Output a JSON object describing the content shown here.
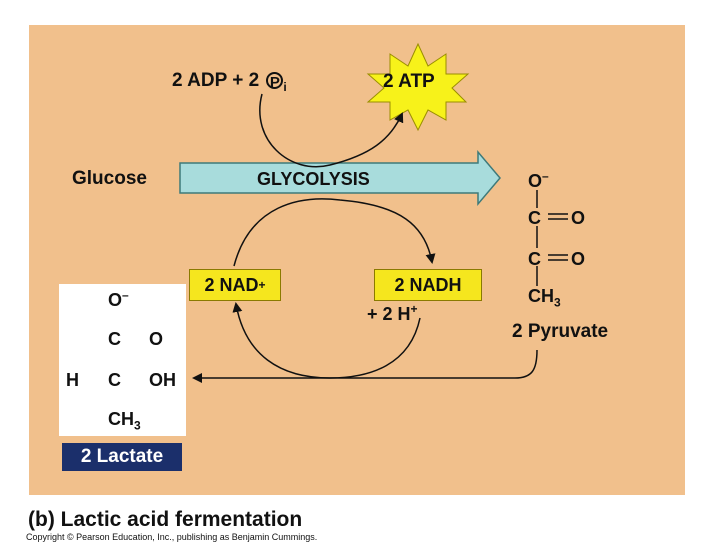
{
  "inputs": {
    "adp_prefix": "2 ADP + 2",
    "pi_symbol": "P",
    "pi_subscript": "i",
    "atp": "2 ATP",
    "glucose": "Glucose",
    "glycolysis": "GLYCOLYSIS",
    "nad": "2 NAD",
    "nad_sup": "+",
    "nadh": "2 NADH",
    "h_prefix": "+ 2 H",
    "h_sup": "+"
  },
  "pyruvate": {
    "o_minus": "O",
    "o_minus_sup": "–",
    "c1": "C",
    "o1": "O",
    "c2": "C",
    "o2": "O",
    "ch3": "CH",
    "ch3_sub": "3",
    "label": "2 Pyruvate"
  },
  "lactate": {
    "o_minus": "O",
    "o_minus_sup": "–",
    "c1": "C",
    "o1": "O",
    "h": "H",
    "c2": "C",
    "oh": "OH",
    "ch3": "CH",
    "ch3_sub": "3",
    "label": "2 Lactate"
  },
  "caption": "(b) Lactic acid fermentation",
  "copyright": "Copyright © Pearson Education, Inc., publishing as Benjamin Cummings.",
  "colors": {
    "background": "#f1c08c",
    "glycolysis_arrow": "#a8dcdc",
    "atp_star": "#f7f21a",
    "nad_box": "#f5e61e",
    "lactate_label_bg": "#1b2f6b"
  }
}
